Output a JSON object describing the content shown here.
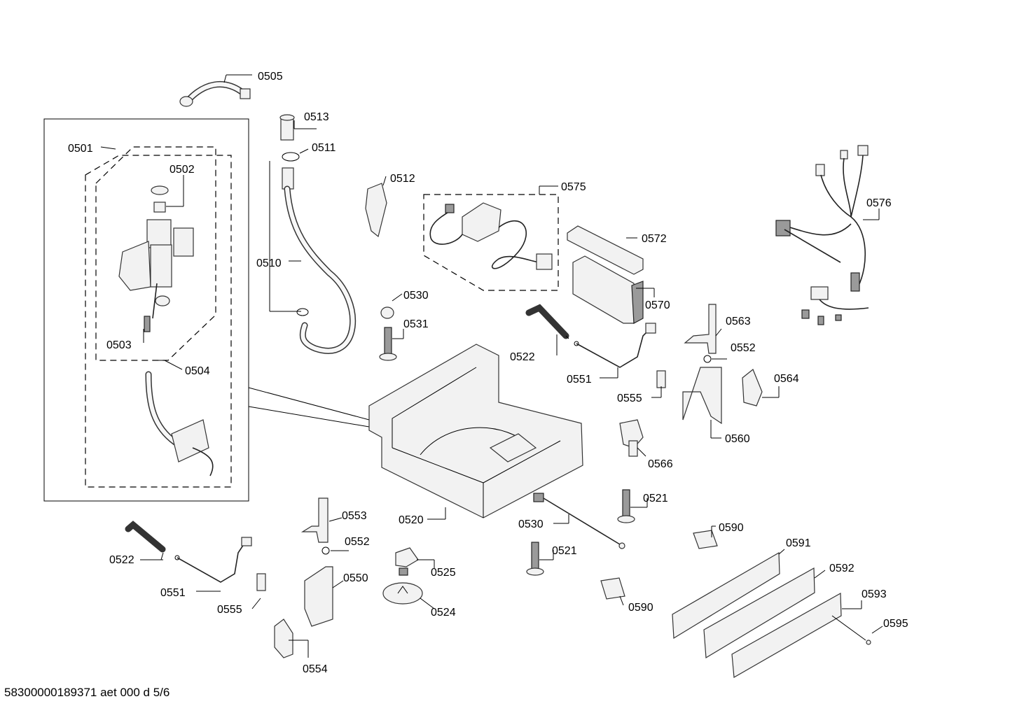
{
  "document_id": "58300000189371 aet 000 d 5/6",
  "parts": [
    {
      "id": "0505"
    },
    {
      "id": "0513"
    },
    {
      "id": "0511"
    },
    {
      "id": "0501"
    },
    {
      "id": "0502"
    },
    {
      "id": "0512"
    },
    {
      "id": "0575"
    },
    {
      "id": "0576"
    },
    {
      "id": "0510"
    },
    {
      "id": "0572"
    },
    {
      "id": "0530"
    },
    {
      "id": "0570"
    },
    {
      "id": "0531"
    },
    {
      "id": "0563"
    },
    {
      "id": "0503"
    },
    {
      "id": "0522"
    },
    {
      "id": "0552"
    },
    {
      "id": "0504"
    },
    {
      "id": "0551"
    },
    {
      "id": "0564"
    },
    {
      "id": "0555"
    },
    {
      "id": "0560"
    },
    {
      "id": "0566"
    },
    {
      "id": "0521"
    },
    {
      "id": "0553"
    },
    {
      "id": "0520"
    },
    {
      "id": "0530b"
    },
    {
      "id": "0590"
    },
    {
      "id": "0591"
    },
    {
      "id": "0552b"
    },
    {
      "id": "0521b"
    },
    {
      "id": "0592"
    },
    {
      "id": "0522b"
    },
    {
      "id": "0550"
    },
    {
      "id": "0525"
    },
    {
      "id": "0551b"
    },
    {
      "id": "0593"
    },
    {
      "id": "0555b"
    },
    {
      "id": "0524"
    },
    {
      "id": "0590b"
    },
    {
      "id": "0595"
    },
    {
      "id": "0554"
    }
  ],
  "labels": {
    "p0505": "0505",
    "p0513": "0513",
    "p0511": "0511",
    "p0501": "0501",
    "p0502": "0502",
    "p0512": "0512",
    "p0575": "0575",
    "p0576": "0576",
    "p0510": "0510",
    "p0572": "0572",
    "p0530": "0530",
    "p0570": "0570",
    "p0531": "0531",
    "p0563": "0563",
    "p0503": "0503",
    "p0522": "0522",
    "p0552": "0552",
    "p0504": "0504",
    "p0551": "0551",
    "p0564": "0564",
    "p0555": "0555",
    "p0560": "0560",
    "p0566": "0566",
    "p0521": "0521",
    "p0553": "0553",
    "p0520": "0520",
    "p0530b": "0530",
    "p0590": "0590",
    "p0591": "0591",
    "p0552b": "0552",
    "p0521b": "0521",
    "p0592": "0592",
    "p0522b": "0522",
    "p0550": "0550",
    "p0525": "0525",
    "p0551b": "0551",
    "p0593": "0593",
    "p0555b": "0555",
    "p0524": "0524",
    "p0590b": "0590",
    "p0595": "0595",
    "p0554": "0554"
  }
}
